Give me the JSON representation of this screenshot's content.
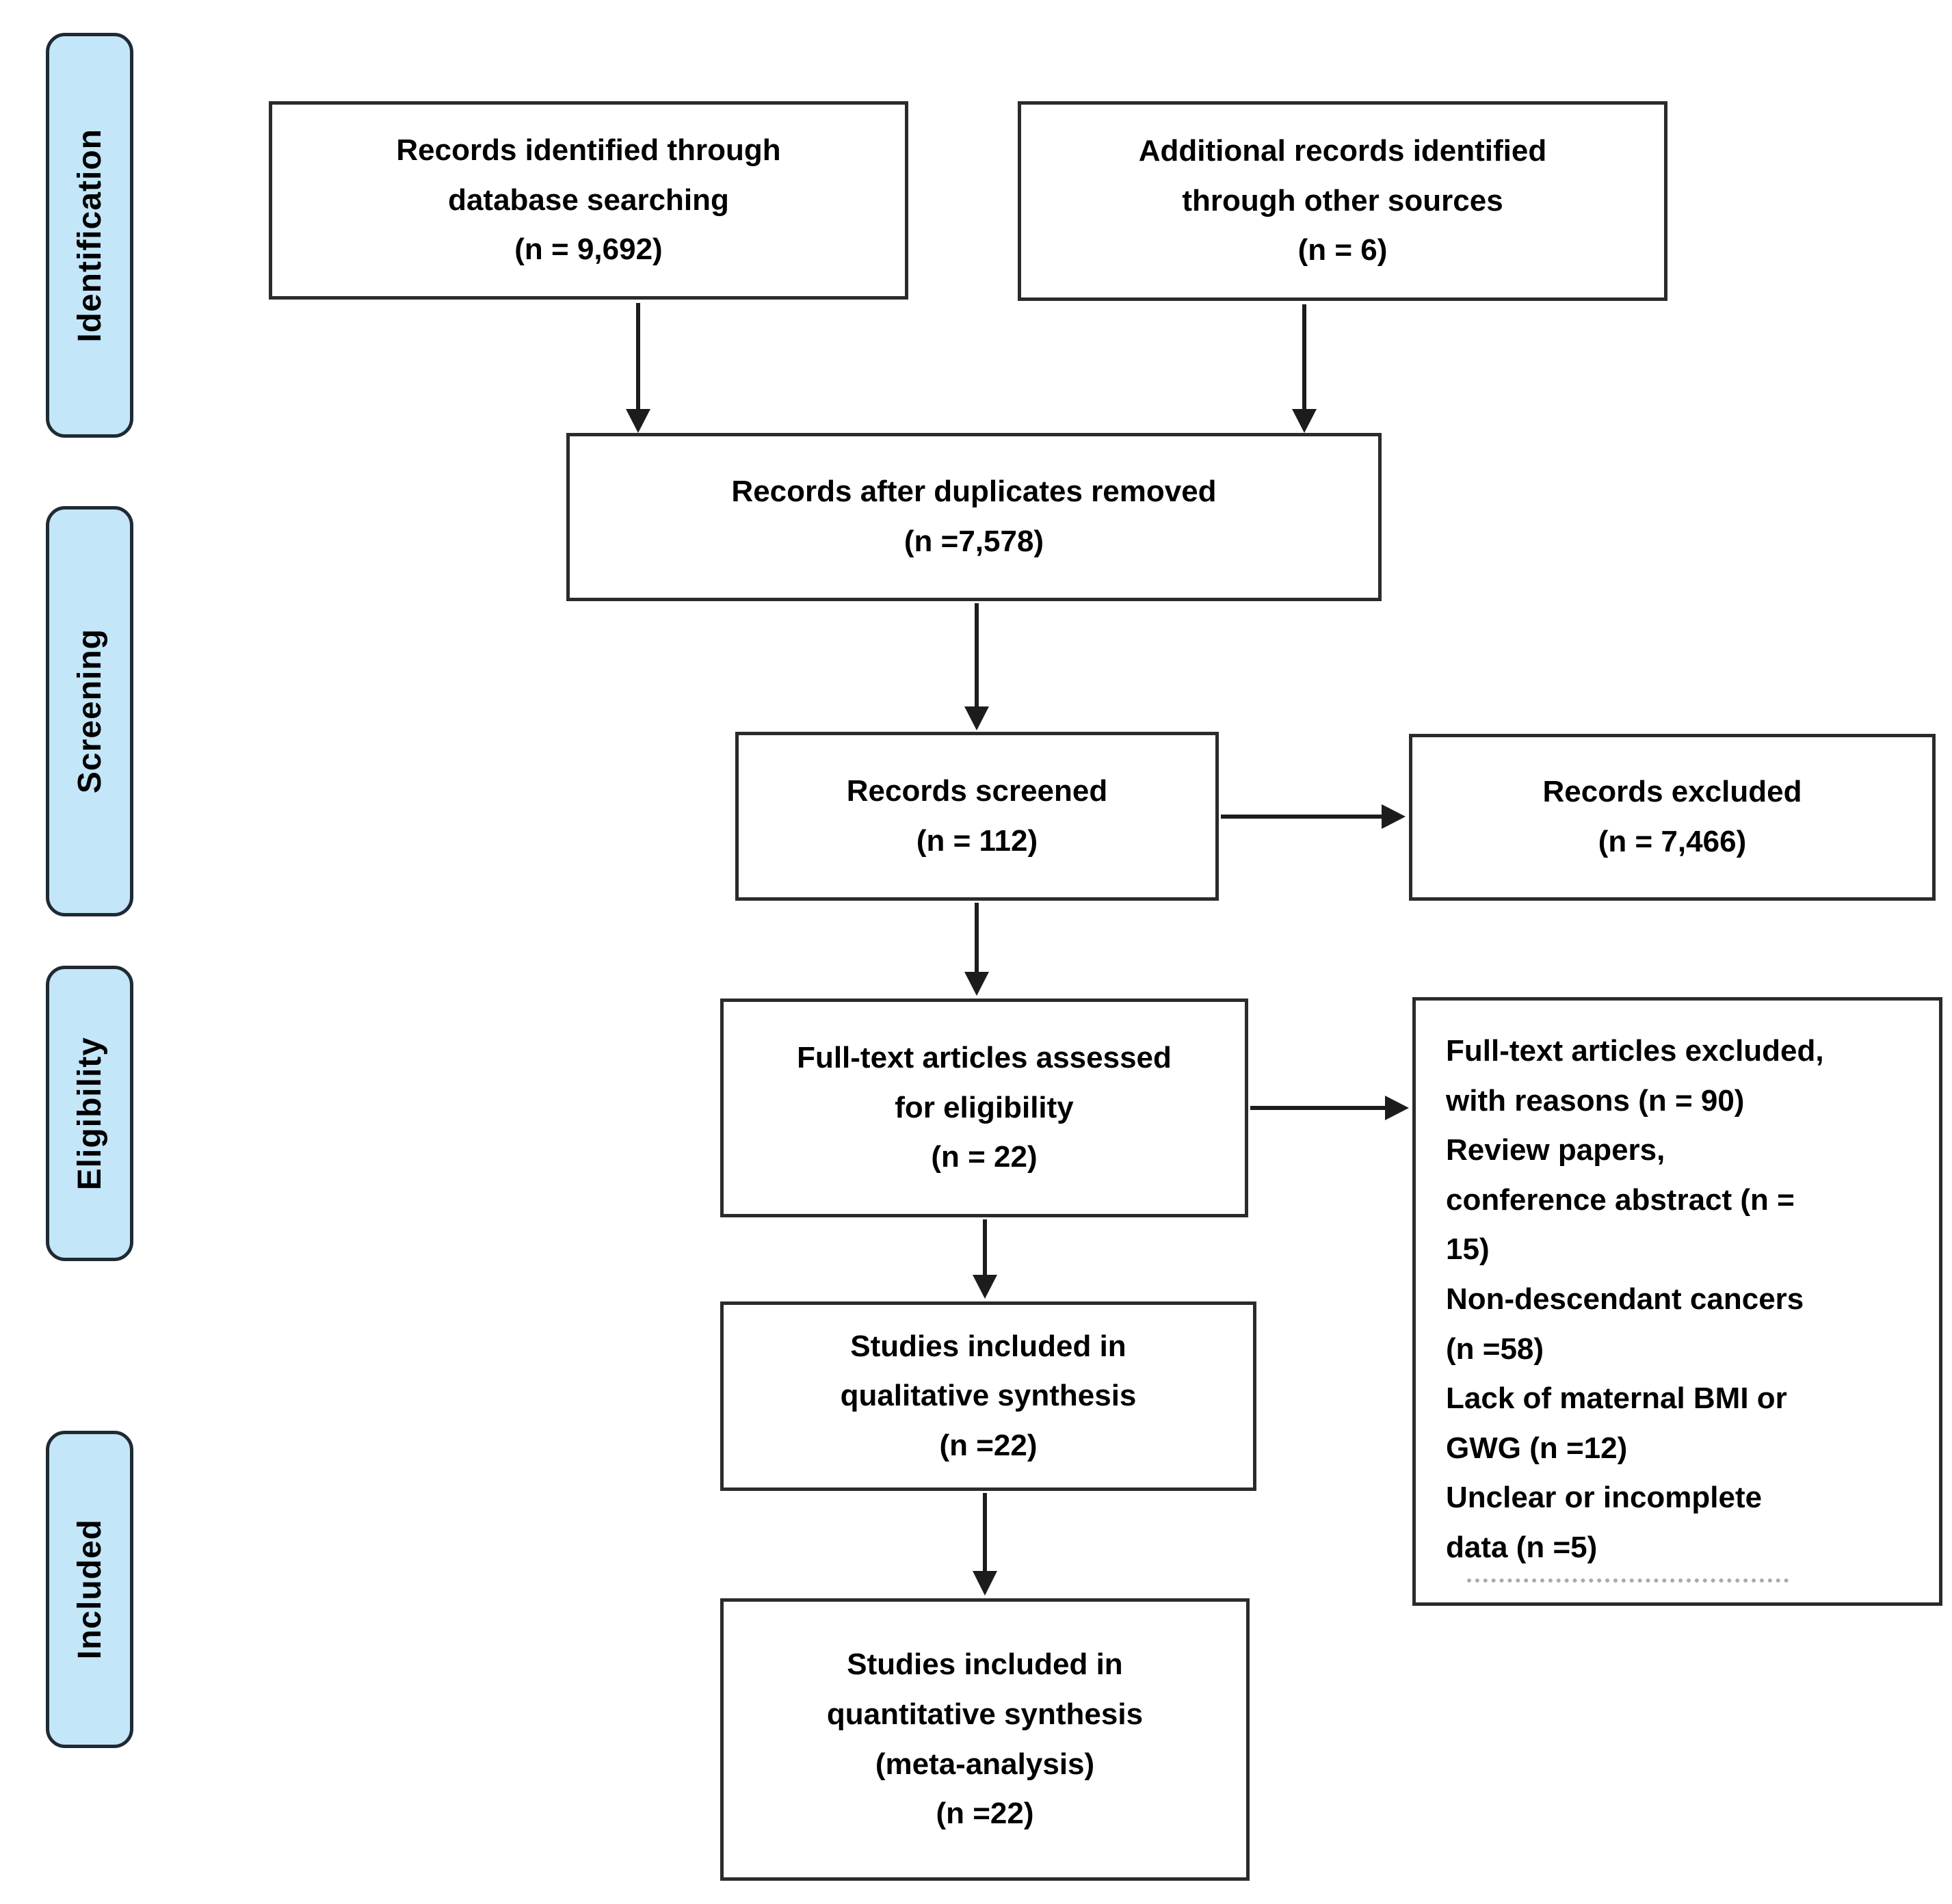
{
  "phases": [
    {
      "label": "Identification"
    },
    {
      "label": "Screening"
    },
    {
      "label": "Eligibility"
    },
    {
      "label": "Included"
    }
  ],
  "boxes": {
    "identified": "Records identified through\ndatabase searching\n(n = 9,692)",
    "additional": "Additional records identified\nthrough other sources\n(n = 6)",
    "dedup": "Records after duplicates removed\n(n =7,578)",
    "screened": "Records screened\n(n = 112)",
    "excluded": "Records excluded\n(n = 7,466)",
    "fulltext": "Full-text articles assessed\nfor eligibility\n(n = 22)",
    "fulltext_excluded": "Full-text articles excluded,\nwith reasons (n = 90)\nReview papers,\nconference abstract (n =\n15)\nNon-descendant cancers\n(n =58)\nLack of maternal BMI or\nGWG (n =12)\nUnclear or incomplete\ndata (n =5)",
    "qualitative": "Studies included in\nqualitative synthesis\n(n =22)",
    "quantitative": "Studies included in\nquantitative synthesis\n(meta-analysis)\n(n =22)"
  },
  "colors": {
    "phase_fill": "#c3e6f8",
    "box_fill": "#ffffff",
    "line": "#1c1c1c",
    "box_border": "#2b2b2b"
  }
}
